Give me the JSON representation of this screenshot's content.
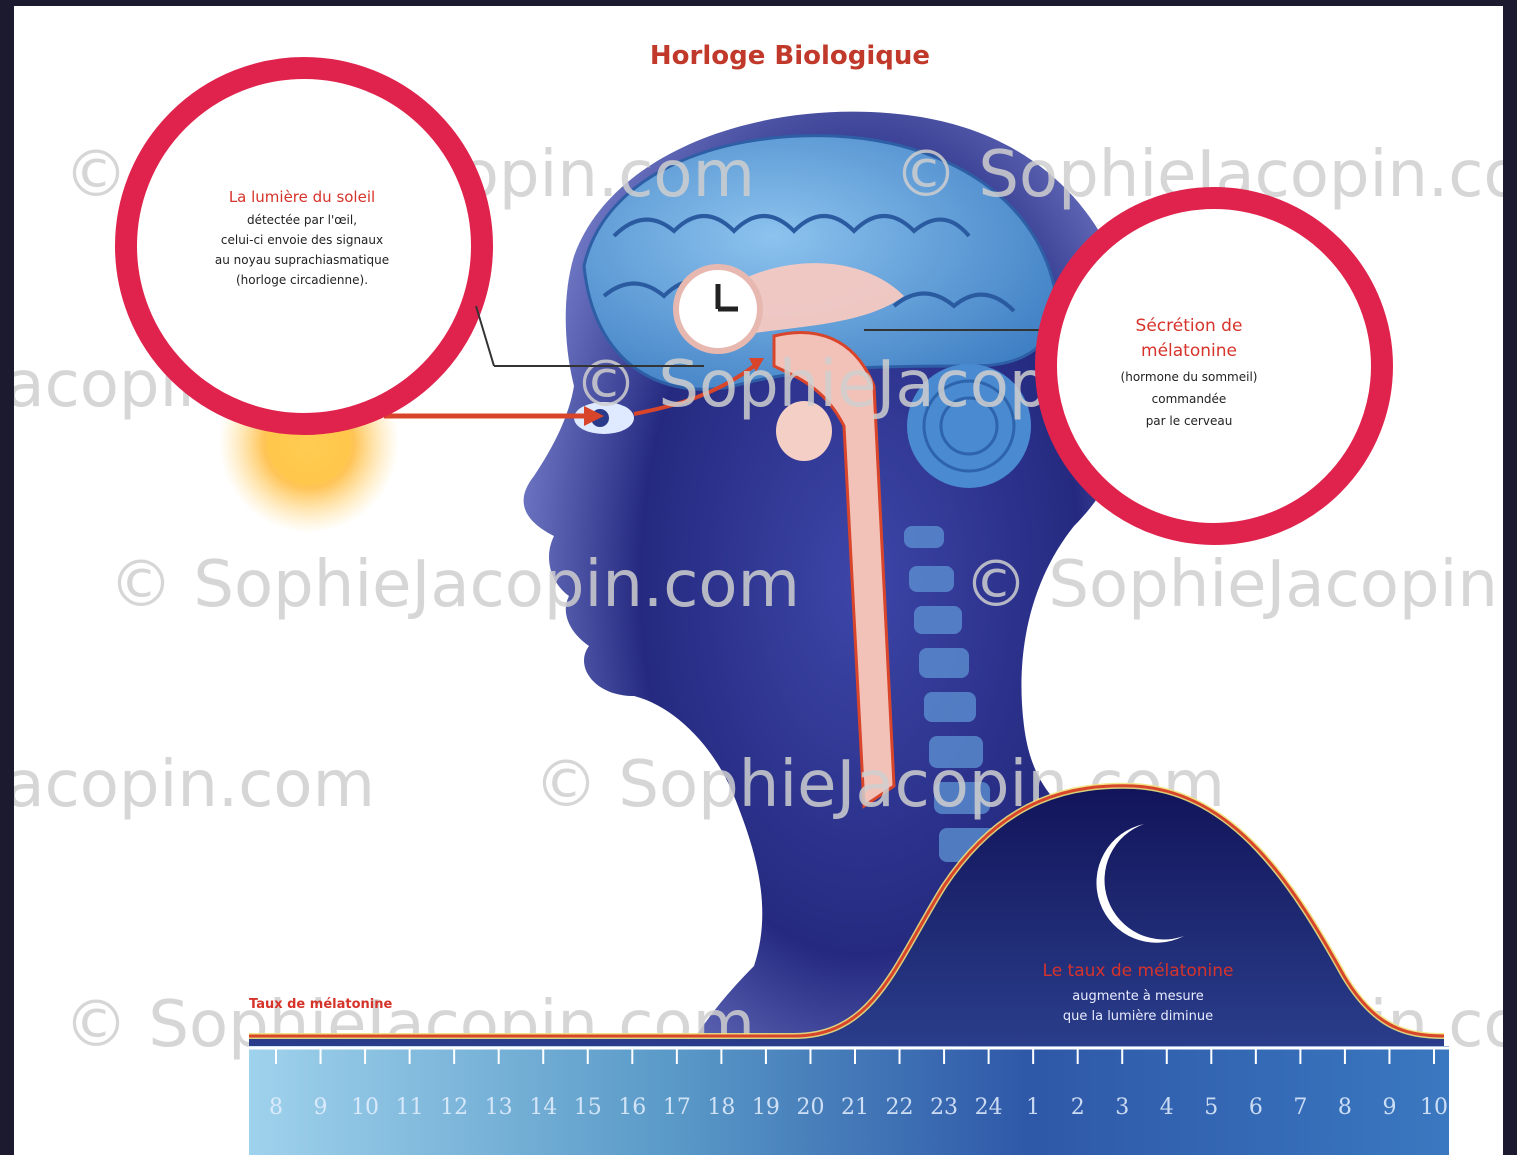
{
  "title": "Horloge Biologique",
  "watermark": "© SophieJacopin.com",
  "callout_sun": {
    "heading": "La lumière du soleil",
    "lines": [
      "détectée par l'œil,",
      "celui-ci envoie des signaux",
      "au noyau suprachiasmatique",
      "(horloge circadienne)."
    ]
  },
  "callout_secretion": {
    "heading_lines": [
      "Sécrétion de",
      "mélatonine"
    ],
    "lines": [
      "(hormone du sommeil)",
      "commandée",
      "par le cerveau"
    ]
  },
  "curve_label": "Taux de mélatonine",
  "curve_note": {
    "heading": "Le taux de mélatonine",
    "lines": [
      "augmente à mesure",
      "que la lumière diminue"
    ]
  },
  "timeline_hours": [
    "8",
    "9",
    "10",
    "11",
    "12",
    "13",
    "14",
    "15",
    "16",
    "17",
    "18",
    "19",
    "20",
    "21",
    "22",
    "23",
    "24",
    "1",
    "2",
    "3",
    "4",
    "5",
    "6",
    "7",
    "8",
    "9",
    "10"
  ],
  "colors": {
    "highlight_circle": "#e0234c",
    "title": "#c0392b",
    "head": "#2c2f8a",
    "brain": "#5b9bd6",
    "nerve": "#d9452b"
  },
  "icons": [
    "sun-icon",
    "clock-icon",
    "moon-icon",
    "eye-icon"
  ]
}
